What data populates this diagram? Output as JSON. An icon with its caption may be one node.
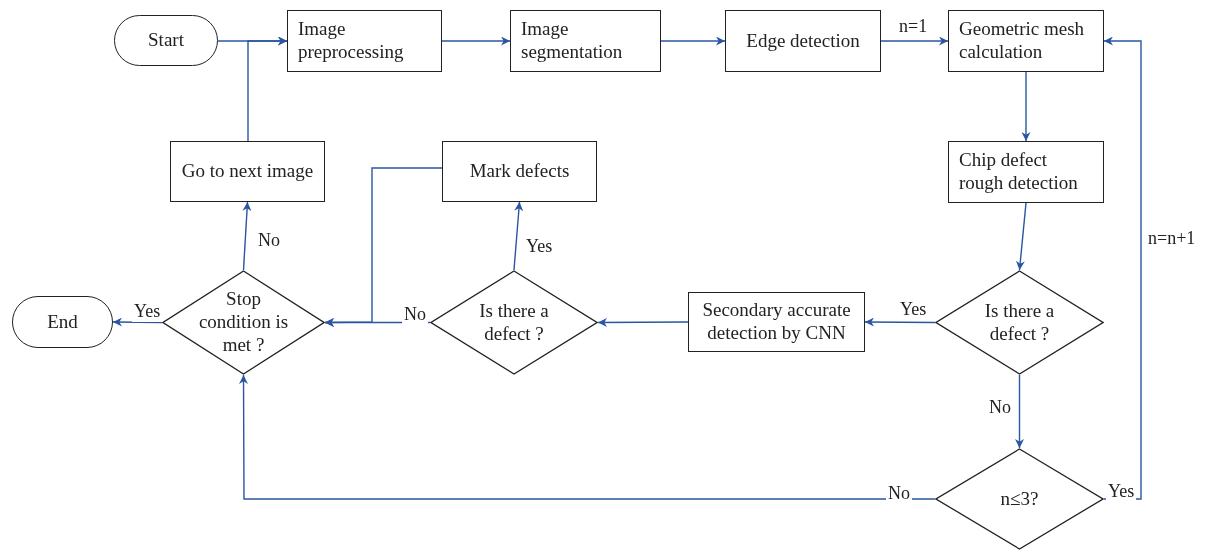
{
  "diagram": {
    "nodes": [
      {
        "text": [
          "Start"
        ]
      },
      {
        "text": [
          "Image preprocessing"
        ]
      },
      {
        "text": [
          "Image segmentation"
        ]
      },
      {
        "text": [
          "Edge detection"
        ]
      },
      {
        "text": [
          "Geometric mesh calculation"
        ]
      },
      {
        "text": [
          "Go to next image"
        ]
      },
      {
        "text": [
          "Mark defects"
        ]
      },
      {
        "text": [
          "Chip defect rough detection"
        ]
      },
      {
        "text": [
          "End"
        ]
      },
      {
        "text": [
          "Stop condition is met ?"
        ]
      },
      {
        "text": [
          "Is there a defect ?"
        ]
      },
      {
        "text": [
          "Secondary accurate detection by CNN"
        ]
      },
      {
        "text": [
          "Is there a defect ?"
        ]
      },
      {
        "text": [
          "n≤3?"
        ]
      }
    ],
    "edges": [
      {
        "from": 0,
        "to": 1,
        "arrow": "to"
      },
      {
        "from": 1,
        "to": 2,
        "arrow": "to"
      },
      {
        "from": 2,
        "to": 3,
        "arrow": "to"
      },
      {
        "from": 3,
        "to": 4,
        "arrow": "to",
        "label": "n=1"
      },
      {
        "from": 4,
        "to": 7,
        "arrow": "to"
      },
      {
        "from": 7,
        "to": 12,
        "arrow": "to"
      },
      {
        "from": 12,
        "to": 11,
        "arrow": "to",
        "label": "Yes"
      },
      {
        "from": 11,
        "to": 10,
        "arrow": "to"
      },
      {
        "from": 10,
        "to": 9,
        "arrow": "to",
        "label": "No"
      },
      {
        "from": 10,
        "to": 6,
        "arrow": "to",
        "label": "Yes"
      },
      {
        "from": 6,
        "to": 9,
        "arrow": "to"
      },
      {
        "from": 9,
        "to": 5,
        "arrow": "to",
        "label": "No"
      },
      {
        "from": 9,
        "to": 8,
        "arrow": "to",
        "label": "Yes"
      },
      {
        "from": 12,
        "to": 13,
        "arrow": "to",
        "label": "No"
      },
      {
        "from": 13,
        "to": 9,
        "arrow": "to",
        "label": "No"
      },
      {
        "from": 13,
        "to": 4,
        "arrow": "to",
        "label": "Yes"
      },
      {
        "from": 5,
        "to": 1,
        "arrow": "to"
      }
    ],
    "labels": [
      "n=n+1"
    ]
  }
}
